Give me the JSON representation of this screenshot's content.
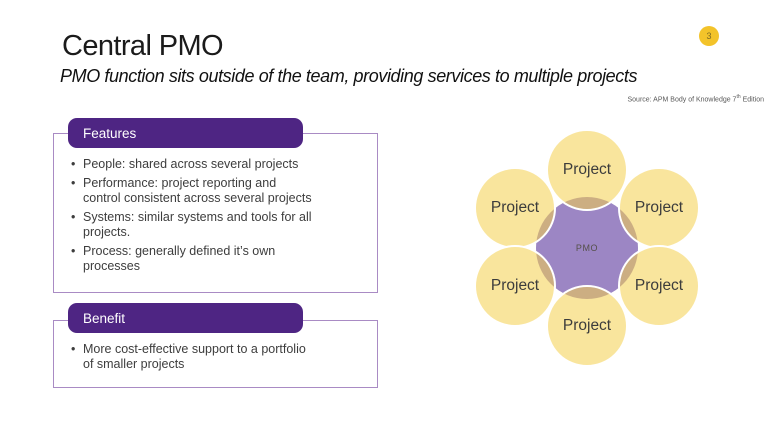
{
  "slide": {
    "page_number": "3",
    "title": "Central PMO",
    "subtitle": "PMO function sits outside of the team, providing services to multiple projects",
    "source": {
      "prefix": "Source: APM Body of Knowledge 7",
      "sup": "th",
      "suffix": " Edition"
    }
  },
  "features": {
    "header": "Features",
    "items": [
      "People: shared across several projects",
      "Performance: project reporting and\ncontrol consistent across several projects",
      "Systems: similar systems and tools for all\nprojects.",
      "Process: generally defined it’s own\nprocesses"
    ]
  },
  "benefit": {
    "header": "Benefit",
    "items": [
      "More cost-effective support to a portfolio\nof smaller projects"
    ]
  },
  "diagram": {
    "center_label": "PMO",
    "nodes": [
      "Project",
      "Project",
      "Project",
      "Project",
      "Project",
      "Project"
    ]
  },
  "colors": {
    "header_purple": "#4e2583",
    "outline_purple": "#a98bc4",
    "center_purple": "#9c86c4",
    "project_yellow": "#f9e59d",
    "badge_yellow": "#f3c32a",
    "text_gray": "#3d3d3d"
  }
}
